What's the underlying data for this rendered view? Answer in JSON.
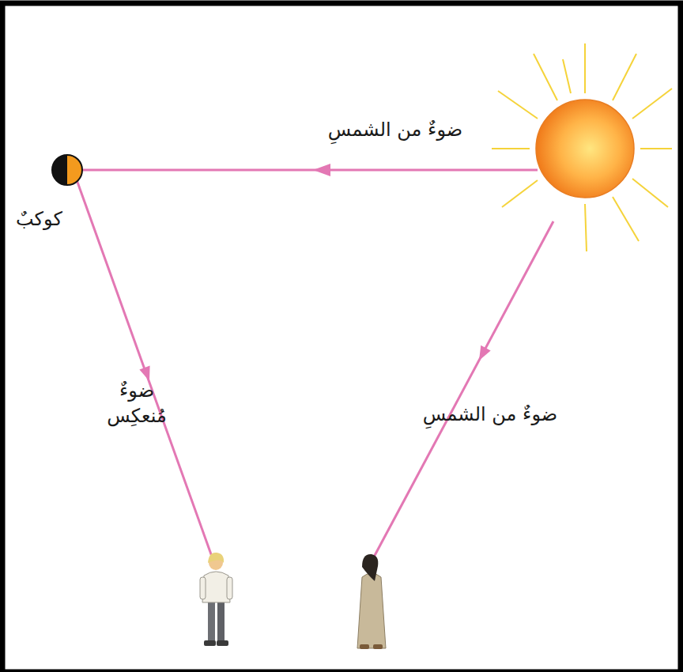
{
  "diagram": {
    "nodes": [
      {
        "text": [
          "كوكبٌ"
        ]
      }
    ],
    "labels": [
      "ضوءٌ من الشمسِ",
      "ضوءٌ مُنعكِس",
      "ضوءٌ من الشمسِ"
    ]
  }
}
